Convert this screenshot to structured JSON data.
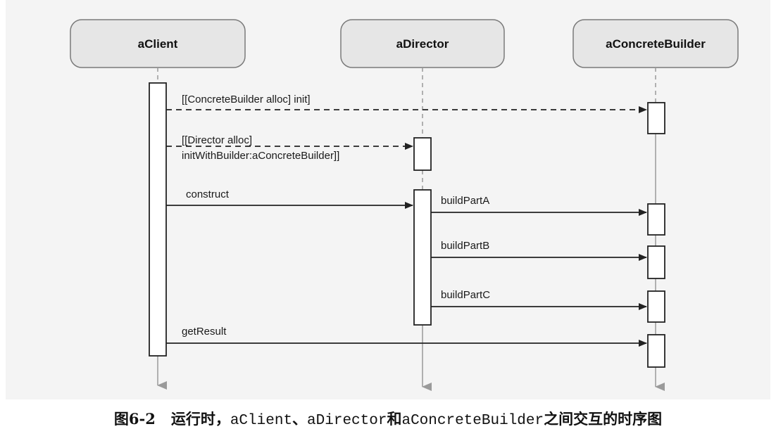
{
  "participants": [
    {
      "id": "client",
      "name": "aClient"
    },
    {
      "id": "director",
      "name": "aDirector"
    },
    {
      "id": "builder",
      "name": "aConcreteBuilder"
    }
  ],
  "messages": [
    {
      "id": "m1",
      "from": "client",
      "to": "builder",
      "style": "dashed",
      "label_lines": [
        "[[ConcreteBuilder alloc] init]"
      ]
    },
    {
      "id": "m2",
      "from": "client",
      "to": "director",
      "style": "dashed",
      "label_lines": [
        "[[Director alloc]",
        "initWithBuilder:aConcreteBuilder]]"
      ]
    },
    {
      "id": "m3",
      "from": "client",
      "to": "director",
      "style": "solid",
      "label_lines": [
        "construct"
      ]
    },
    {
      "id": "m4",
      "from": "director",
      "to": "builder",
      "style": "solid",
      "label_lines": [
        "buildPartA"
      ]
    },
    {
      "id": "m5",
      "from": "director",
      "to": "builder",
      "style": "solid",
      "label_lines": [
        "buildPartB"
      ]
    },
    {
      "id": "m6",
      "from": "director",
      "to": "builder",
      "style": "solid",
      "label_lines": [
        "buildPartC"
      ]
    },
    {
      "id": "m7",
      "from": "client",
      "to": "builder",
      "style": "solid",
      "label_lines": [
        "getResult"
      ]
    }
  ],
  "caption": {
    "number": "图6-2",
    "part1": "运行时，",
    "code1": "aClient",
    "sep1": "、",
    "code2": "aDirector",
    "part2": "和",
    "code3": "aConcreteBuilder",
    "part3": "之间交互的时序图"
  },
  "colors": {
    "lifeline": "#9a9a9a",
    "arrow": "#222222",
    "header_fill": "#e6e6e6",
    "header_stroke": "#7a7a7a",
    "activation_fill": "#ffffff",
    "activation_stroke": "#222222"
  }
}
